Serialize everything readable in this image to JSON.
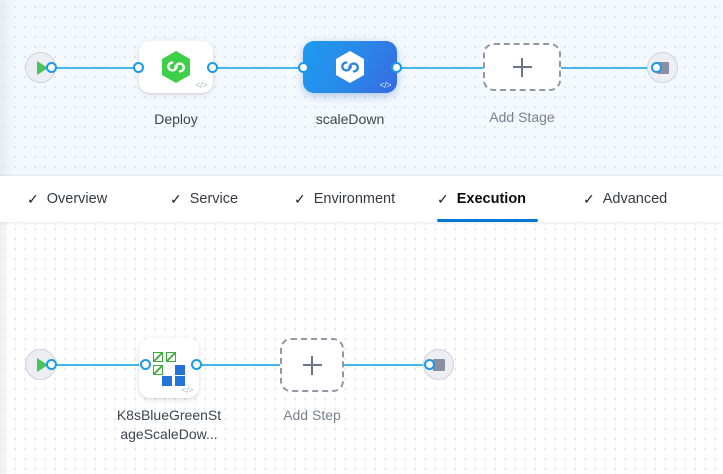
{
  "colors": {
    "connector": "#43b7f0",
    "connector_dot_border": "#1b9ae8",
    "tab_active_underline": "#0278d5",
    "selected_node_gradient_start": "#1e9bf0",
    "selected_node_gradient_end": "#3769e0",
    "deploy_icon_green": "#3ecf4a",
    "k8s_green": "#3aab3a",
    "k8s_blue": "#2573d6",
    "start_play_green": "#49c35c",
    "end_stop_gray": "#8b90a0",
    "stage_canvas_bg": "#f4f9fd",
    "step_canvas_bg": "#ffffff"
  },
  "stage_canvas": {
    "start_node": {
      "icon": "play-icon",
      "name": "pipeline-start-node"
    },
    "end_node": {
      "icon": "stop-icon",
      "name": "pipeline-end-node"
    },
    "nodes": [
      {
        "label": "Deploy",
        "icon": "harness-cd-hexagon-icon",
        "selected": false,
        "code_badge": "</>"
      },
      {
        "label": "scaleDown",
        "icon": "harness-cd-hexagon-icon",
        "selected": true,
        "code_badge": "</>"
      }
    ],
    "add_stage": {
      "label": "Add Stage",
      "icon": "plus-icon"
    }
  },
  "tabs": {
    "items": [
      {
        "label": "Overview",
        "check": "✓",
        "active": false
      },
      {
        "label": "Service",
        "check": "✓",
        "active": false
      },
      {
        "label": "Environment",
        "check": "✓",
        "active": false
      },
      {
        "label": "Execution",
        "check": "✓",
        "active": true
      },
      {
        "label": "Advanced",
        "check": "✓",
        "active": false
      }
    ]
  },
  "step_canvas": {
    "start_node": {
      "icon": "play-icon",
      "name": "execution-start-node"
    },
    "end_node": {
      "icon": "stop-icon",
      "name": "execution-end-node"
    },
    "step_node": {
      "label_line1": "K8sBlueGreenSt",
      "label_line2": "ageScaleDow...",
      "icon": "kubernetes-grid-icon",
      "code_badge": "</>"
    },
    "add_step": {
      "label": "Add Step",
      "icon": "plus-icon"
    }
  }
}
